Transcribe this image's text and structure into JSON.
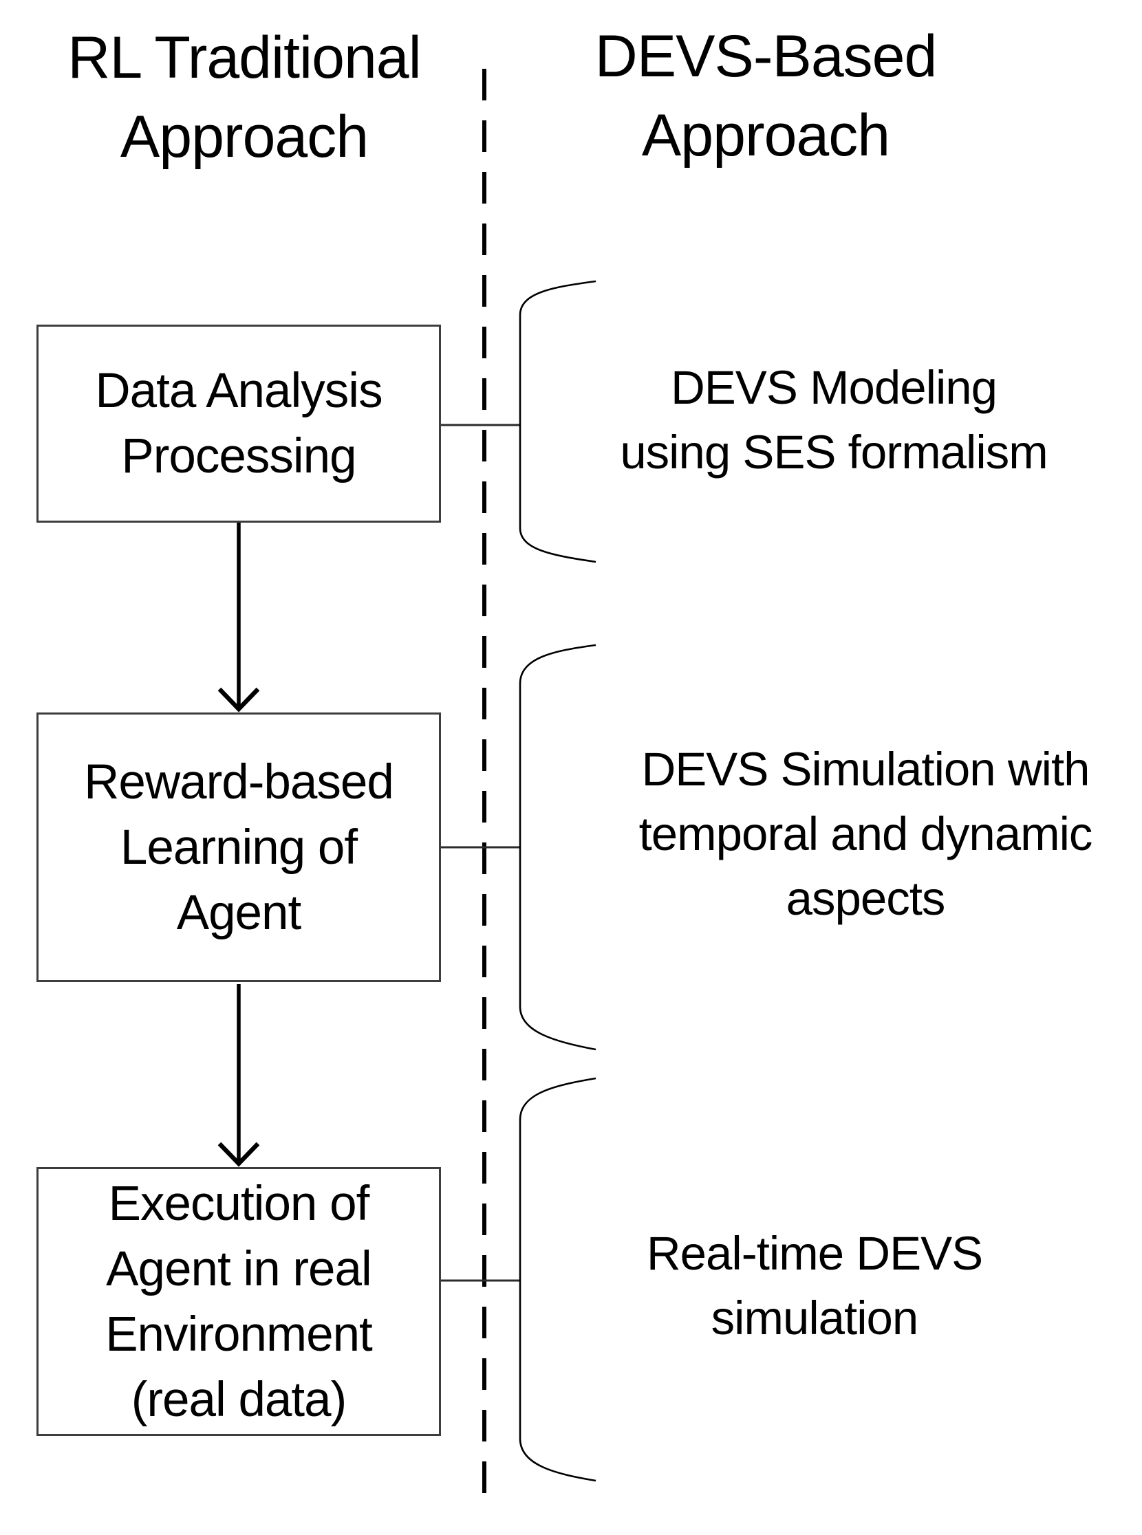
{
  "diagram": {
    "left_column": {
      "header_line1": "RL Traditional",
      "header_line2": "Approach",
      "boxes": [
        {
          "line1": "Data Analysis",
          "line2": "Processing"
        },
        {
          "line1": "Reward-based",
          "line2": "Learning of",
          "line3": "Agent"
        },
        {
          "line1": "Execution of",
          "line2": "Agent in real",
          "line3": "Environment",
          "line4": "(real data)"
        }
      ]
    },
    "right_column": {
      "header_line1": "DEVS-Based",
      "header_line2": "Approach",
      "labels": [
        {
          "line1": "DEVS Modeling",
          "line2": "using SES formalism"
        },
        {
          "line1": "DEVS Simulation with",
          "line2": "temporal and dynamic",
          "line3": "aspects"
        },
        {
          "line1": "Real-time DEVS",
          "line2": "simulation"
        }
      ]
    },
    "colors": {
      "text": "#000000",
      "box_border": "#3d3d3d",
      "line": "#000000",
      "connector": "#2b2b2b",
      "background": "#ffffff"
    }
  }
}
